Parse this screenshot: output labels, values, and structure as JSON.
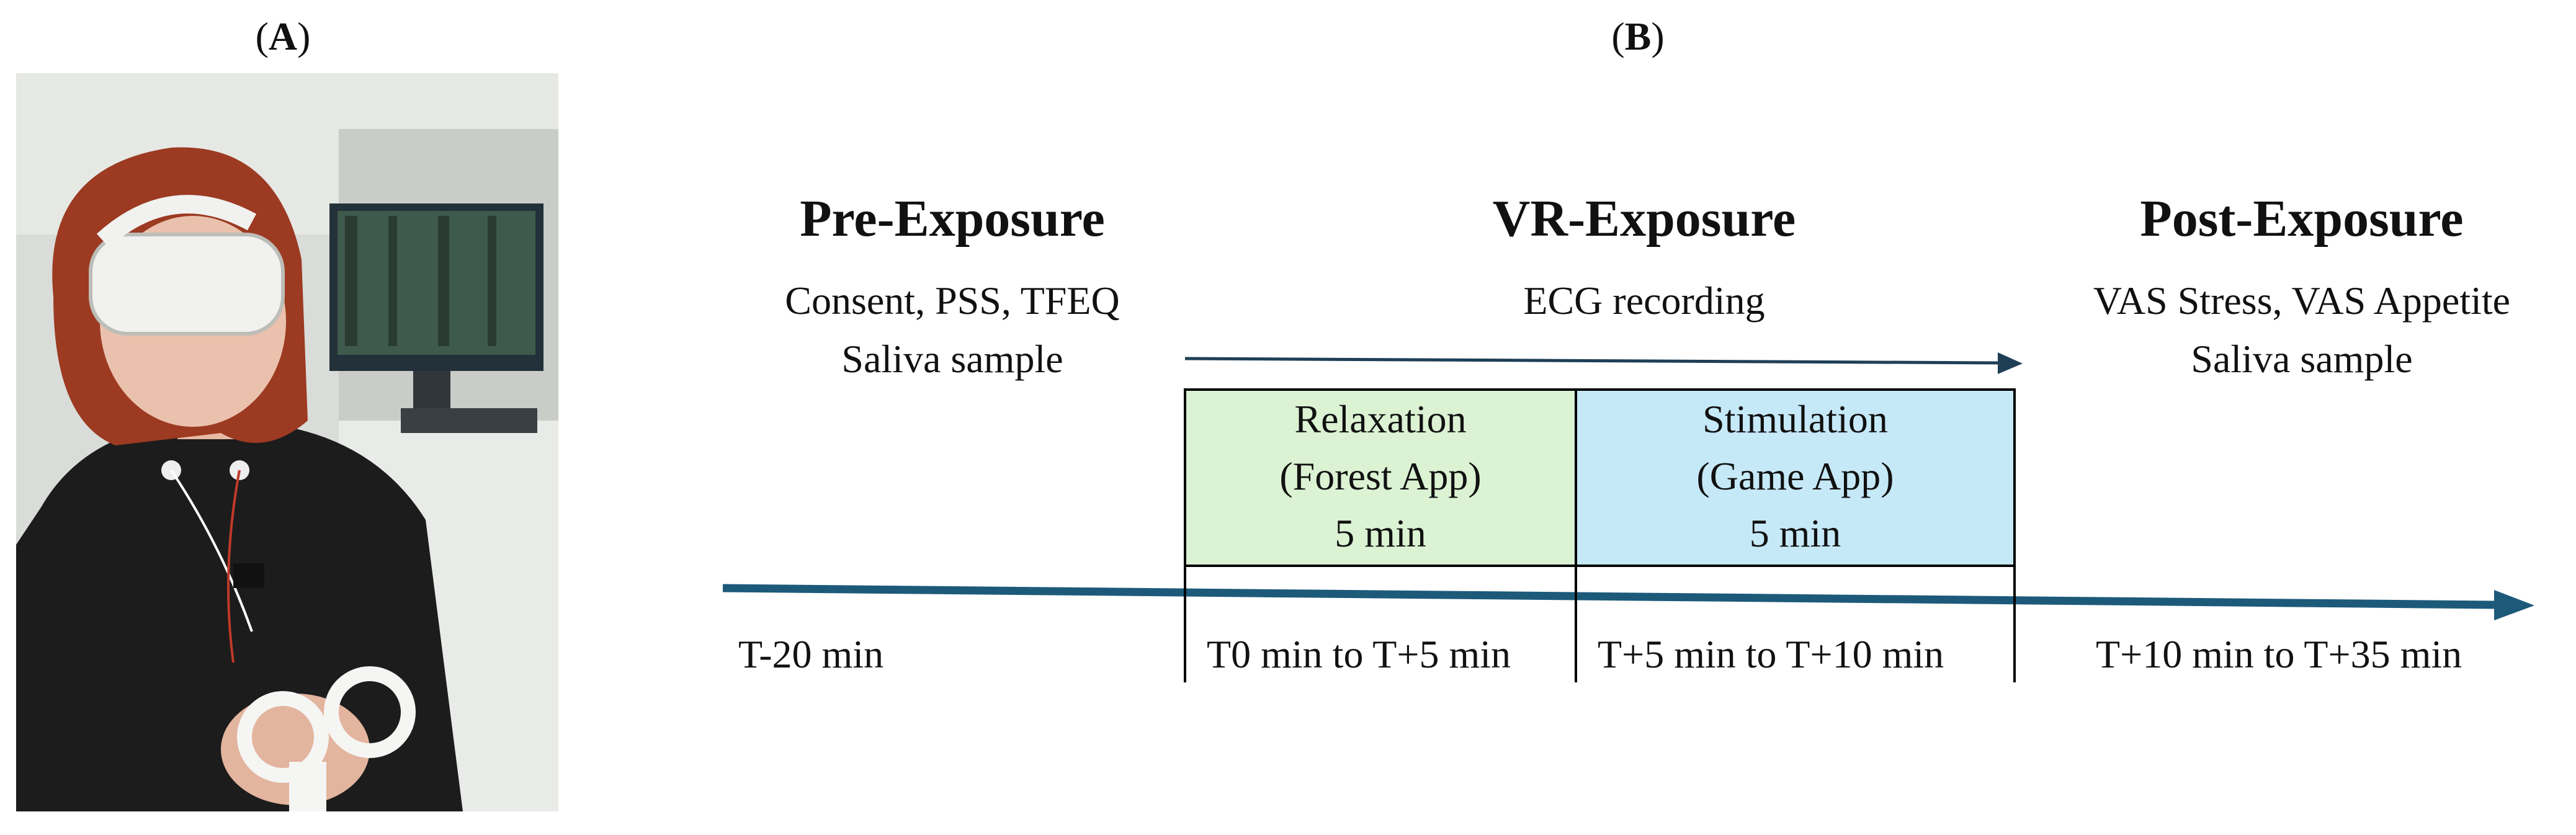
{
  "panels": {
    "a_label": "A",
    "b_label": "B"
  },
  "photo": {
    "description_icon": "vr-participant-photo-icon",
    "colors": {
      "wall": "#d9dcd8",
      "shirt": "#1c1c1c",
      "hair": "#9c3a22",
      "headset": "#f1f1ef",
      "monitor": "#23313a",
      "forest": "#3e5a4c"
    }
  },
  "phases": {
    "pre": {
      "title": "Pre-Exposure",
      "lines": [
        "Consent, PSS, TFEQ",
        "Saliva sample"
      ],
      "time": "T-20 min"
    },
    "vr": {
      "title": "VR-Exposure",
      "lines": [
        "ECG recording"
      ],
      "relaxation": {
        "lines": [
          "Relaxation",
          "(Forest App)",
          "5 min"
        ],
        "time": "T0 min to T+5 min",
        "color": "#dbf2d3"
      },
      "stimulation": {
        "lines": [
          "Stimulation",
          "(Game App)",
          "5 min"
        ],
        "time": "T+5 min to T+10 min",
        "color": "#c6e9f8"
      }
    },
    "post": {
      "title": "Post-Exposure",
      "lines": [
        "VAS Stress, VAS Appetite",
        "Saliva sample"
      ],
      "time": "T+10 min to T+35 min"
    }
  },
  "colors": {
    "timeline_arrow": "#1d5a7a",
    "ecg_arrow": "#1f3f57"
  }
}
